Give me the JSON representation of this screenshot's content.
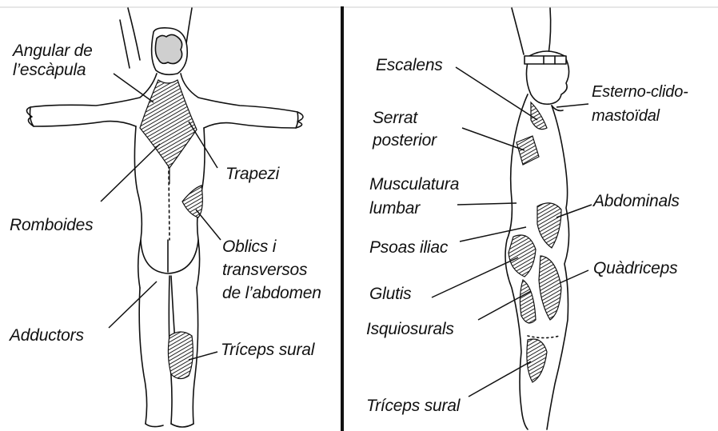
{
  "back_view": {
    "labels": {
      "angular": [
        "Angular de",
        "l’escàpula"
      ],
      "trapezi": "Trapezi",
      "romboides": "Romboides",
      "oblics": [
        "Oblics i",
        "transversos",
        "de l’abdomen"
      ],
      "adductors": "Adductors",
      "triceps": "Tríceps sural"
    }
  },
  "side_view": {
    "labels": {
      "escalens": "Escalens",
      "esterno": [
        "Esterno-clido-",
        "mastoïdal"
      ],
      "serrat": [
        "Serrat",
        "posterior"
      ],
      "musculatura": [
        "Musculatura",
        "lumbar"
      ],
      "abdominals": "Abdominals",
      "psoas": "Psoas iliac",
      "quadriceps": "Quàdriceps",
      "glutis": "Glutis",
      "isquiosurals": "Isquiosurals",
      "triceps": "Tríceps sural"
    }
  },
  "colors": {
    "line": "#111111",
    "muscle_fill": "#3a3a3a",
    "background": "#ffffff"
  }
}
